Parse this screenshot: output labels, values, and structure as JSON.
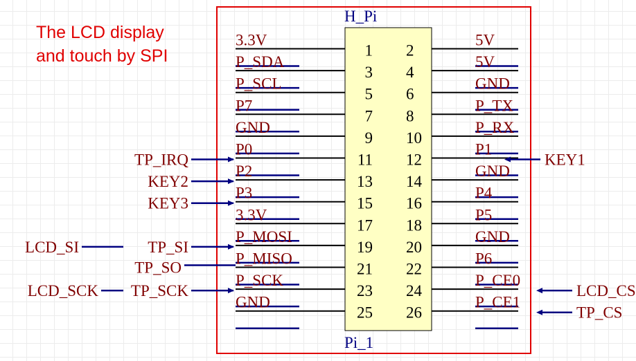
{
  "note": [
    "The LCD display",
    "and touch by SPI"
  ],
  "component": {
    "designator": "H_Pi",
    "comment": "Pi_1",
    "body_color": "#ffffc4",
    "outline_color": "#e00000"
  },
  "colors": {
    "wire": "#000080",
    "label": "#800000",
    "pin_number": "#000000",
    "designator": "#000080"
  },
  "pins_left": [
    {
      "num": "1",
      "net": "3.3V"
    },
    {
      "num": "3",
      "net": "P_SDA"
    },
    {
      "num": "5",
      "net": "P_SCL"
    },
    {
      "num": "7",
      "net": "P7"
    },
    {
      "num": "9",
      "net": "GND"
    },
    {
      "num": "11",
      "net": "P0",
      "ext": [
        "TP_IRQ"
      ]
    },
    {
      "num": "13",
      "net": "P2",
      "ext": [
        "KEY2"
      ]
    },
    {
      "num": "15",
      "net": "P3",
      "ext": [
        "KEY3"
      ]
    },
    {
      "num": "17",
      "net": "3.3V"
    },
    {
      "num": "19",
      "net": "P_MOSI",
      "ext": [
        "TP_SI",
        "LCD_SI"
      ]
    },
    {
      "num": "21",
      "net": "P_MISO",
      "ext": [
        "TP_SO"
      ]
    },
    {
      "num": "23",
      "net": "P_SCK",
      "ext": [
        "TP_SCK",
        "LCD_SCK"
      ]
    },
    {
      "num": "25",
      "net": "GND"
    }
  ],
  "pins_right": [
    {
      "num": "2",
      "net": "5V"
    },
    {
      "num": "4",
      "net": "5V"
    },
    {
      "num": "6",
      "net": "GND"
    },
    {
      "num": "8",
      "net": "P_TX"
    },
    {
      "num": "10",
      "net": "P_RX"
    },
    {
      "num": "12",
      "net": "P1",
      "ext": [
        "KEY1"
      ]
    },
    {
      "num": "14",
      "net": "GND"
    },
    {
      "num": "16",
      "net": "P4"
    },
    {
      "num": "18",
      "net": "P5"
    },
    {
      "num": "20",
      "net": "GND"
    },
    {
      "num": "22",
      "net": "P6"
    },
    {
      "num": "24",
      "net": "P_CE0",
      "ext": [
        "LCD_CS"
      ]
    },
    {
      "num": "26",
      "net": "P_CE1",
      "ext": [
        "TP_CS"
      ]
    }
  ]
}
